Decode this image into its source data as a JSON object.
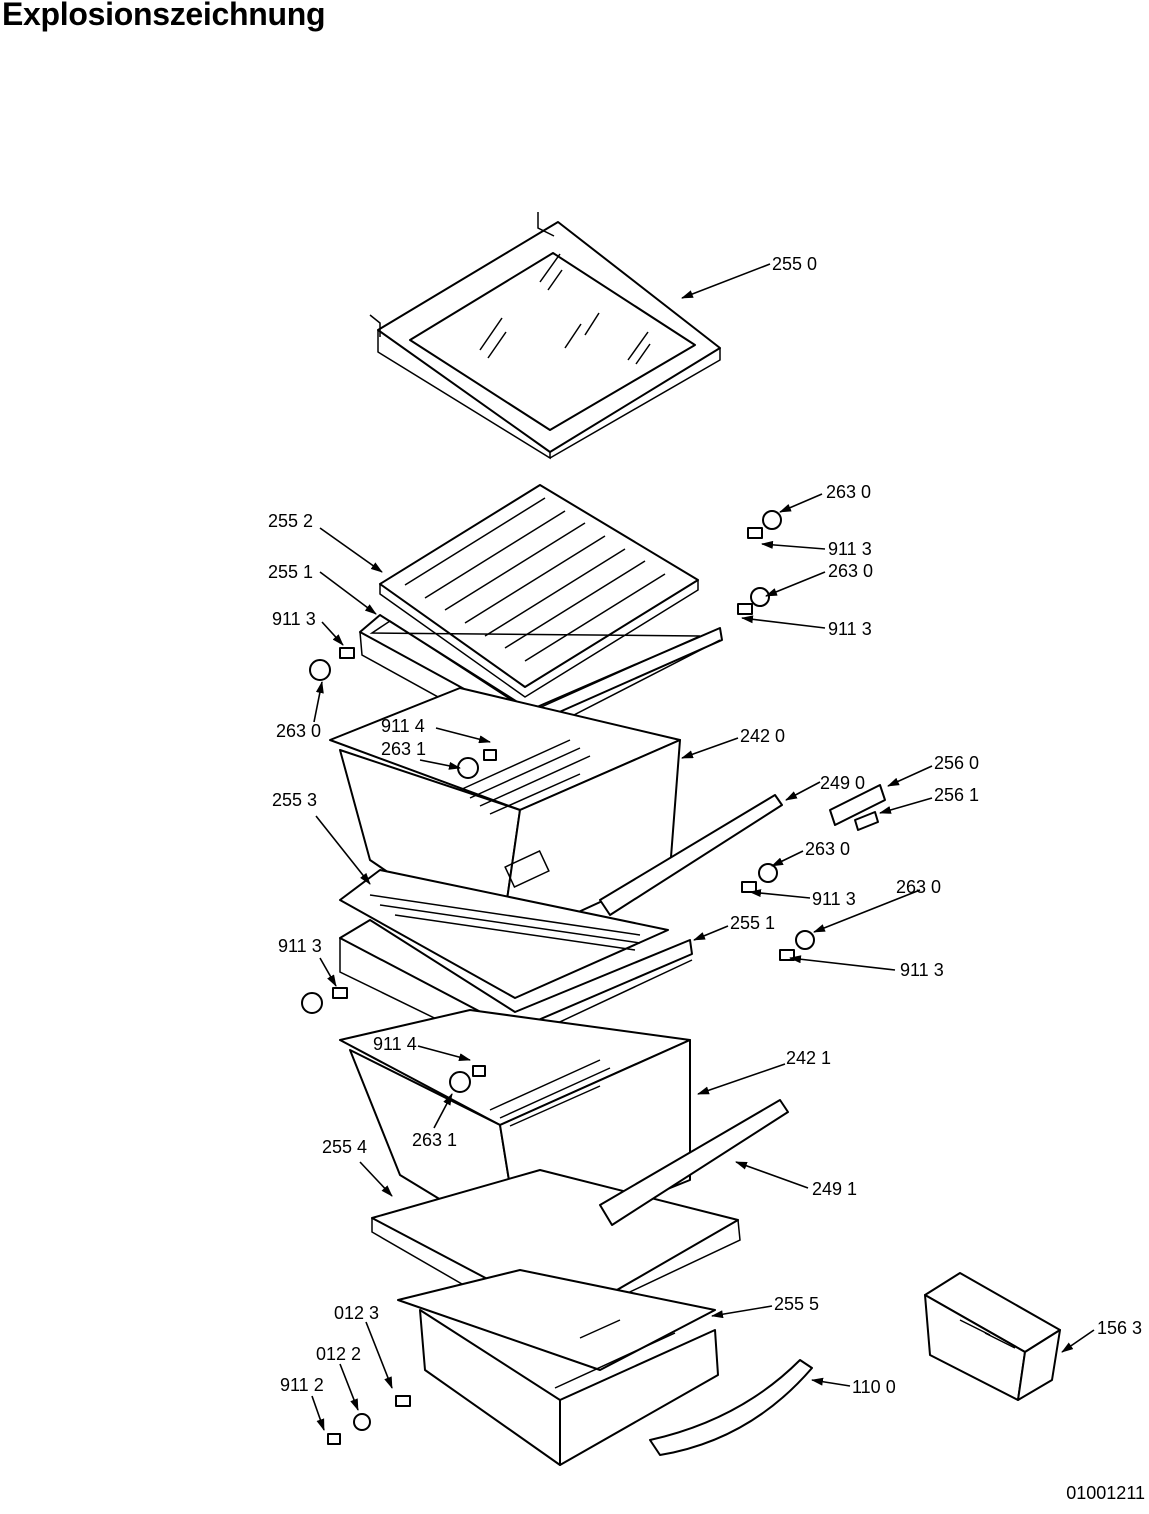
{
  "title": "Explosionszeichnung",
  "document_number": "01001211",
  "callouts": [
    {
      "id": "c2550",
      "label": "255 0"
    },
    {
      "id": "c2552",
      "label": "255 2"
    },
    {
      "id": "c2551a",
      "label": "255 1"
    },
    {
      "id": "c9113a",
      "label": "911 3"
    },
    {
      "id": "c2630a",
      "label": "263 0"
    },
    {
      "id": "c2630b",
      "label": "263 0"
    },
    {
      "id": "c9113b",
      "label": "911 3"
    },
    {
      "id": "c2630c",
      "label": "263 0"
    },
    {
      "id": "c9113c",
      "label": "911 3"
    },
    {
      "id": "c9114a",
      "label": "911 4"
    },
    {
      "id": "c2631a",
      "label": "263 1"
    },
    {
      "id": "c2420",
      "label": "242 0"
    },
    {
      "id": "c2490",
      "label": "249 0"
    },
    {
      "id": "c2560",
      "label": "256 0"
    },
    {
      "id": "c2561",
      "label": "256 1"
    },
    {
      "id": "c2553",
      "label": "255 3"
    },
    {
      "id": "c2630d",
      "label": "263 0"
    },
    {
      "id": "c9113d",
      "label": "911 3"
    },
    {
      "id": "c2630e",
      "label": "263 0"
    },
    {
      "id": "c2551b",
      "label": "255 1"
    },
    {
      "id": "c9113e",
      "label": "911 3"
    },
    {
      "id": "c9113f",
      "label": "911 3"
    },
    {
      "id": "c9114b",
      "label": "911 4"
    },
    {
      "id": "c2421",
      "label": "242 1"
    },
    {
      "id": "c2631b",
      "label": "263 1"
    },
    {
      "id": "c2554",
      "label": "255 4"
    },
    {
      "id": "c2491",
      "label": "249 1"
    },
    {
      "id": "c2555",
      "label": "255 5"
    },
    {
      "id": "c0123",
      "label": "012 3"
    },
    {
      "id": "c0122",
      "label": "012 2"
    },
    {
      "id": "c9112",
      "label": "911 2"
    },
    {
      "id": "c1100",
      "label": "110 0"
    },
    {
      "id": "c1563",
      "label": "156 3"
    }
  ]
}
